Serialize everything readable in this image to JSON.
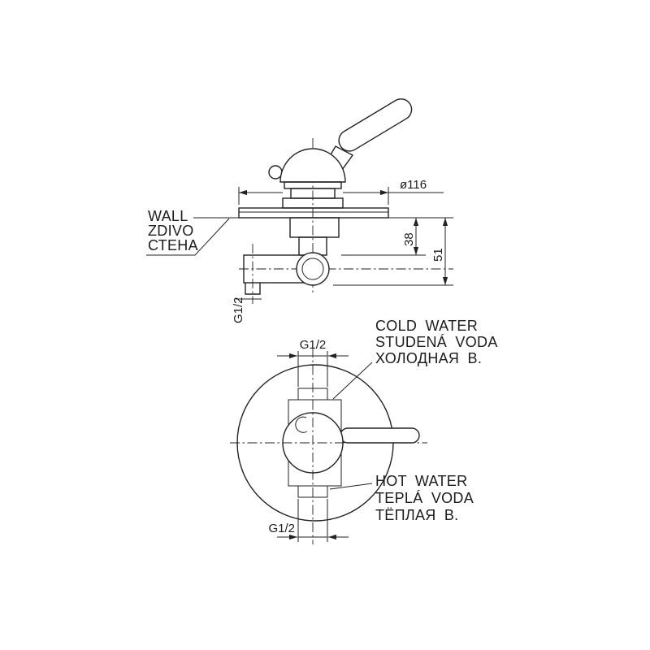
{
  "colors": {
    "line": "#222222",
    "background": "#ffffff"
  },
  "elevation_view": {
    "plate_diameter": "ø116",
    "depth_to_body": "38",
    "depth_total": "51",
    "outlet_thread": "G1/2",
    "wall_label_en": "WALL",
    "wall_label_sk": "ZDIVO",
    "wall_label_ru": "СТЕНА"
  },
  "front_view": {
    "top_thread": "G1/2",
    "bottom_thread": "G1/2",
    "cold": {
      "en": "COLD WATER",
      "sk": "STUDENÁ VODA",
      "ru": "ХОЛОДНАЯ В."
    },
    "hot": {
      "en": "HOT WATER",
      "sk": "TEPLÁ VODA",
      "ru": "ТЁПЛАЯ В."
    }
  }
}
